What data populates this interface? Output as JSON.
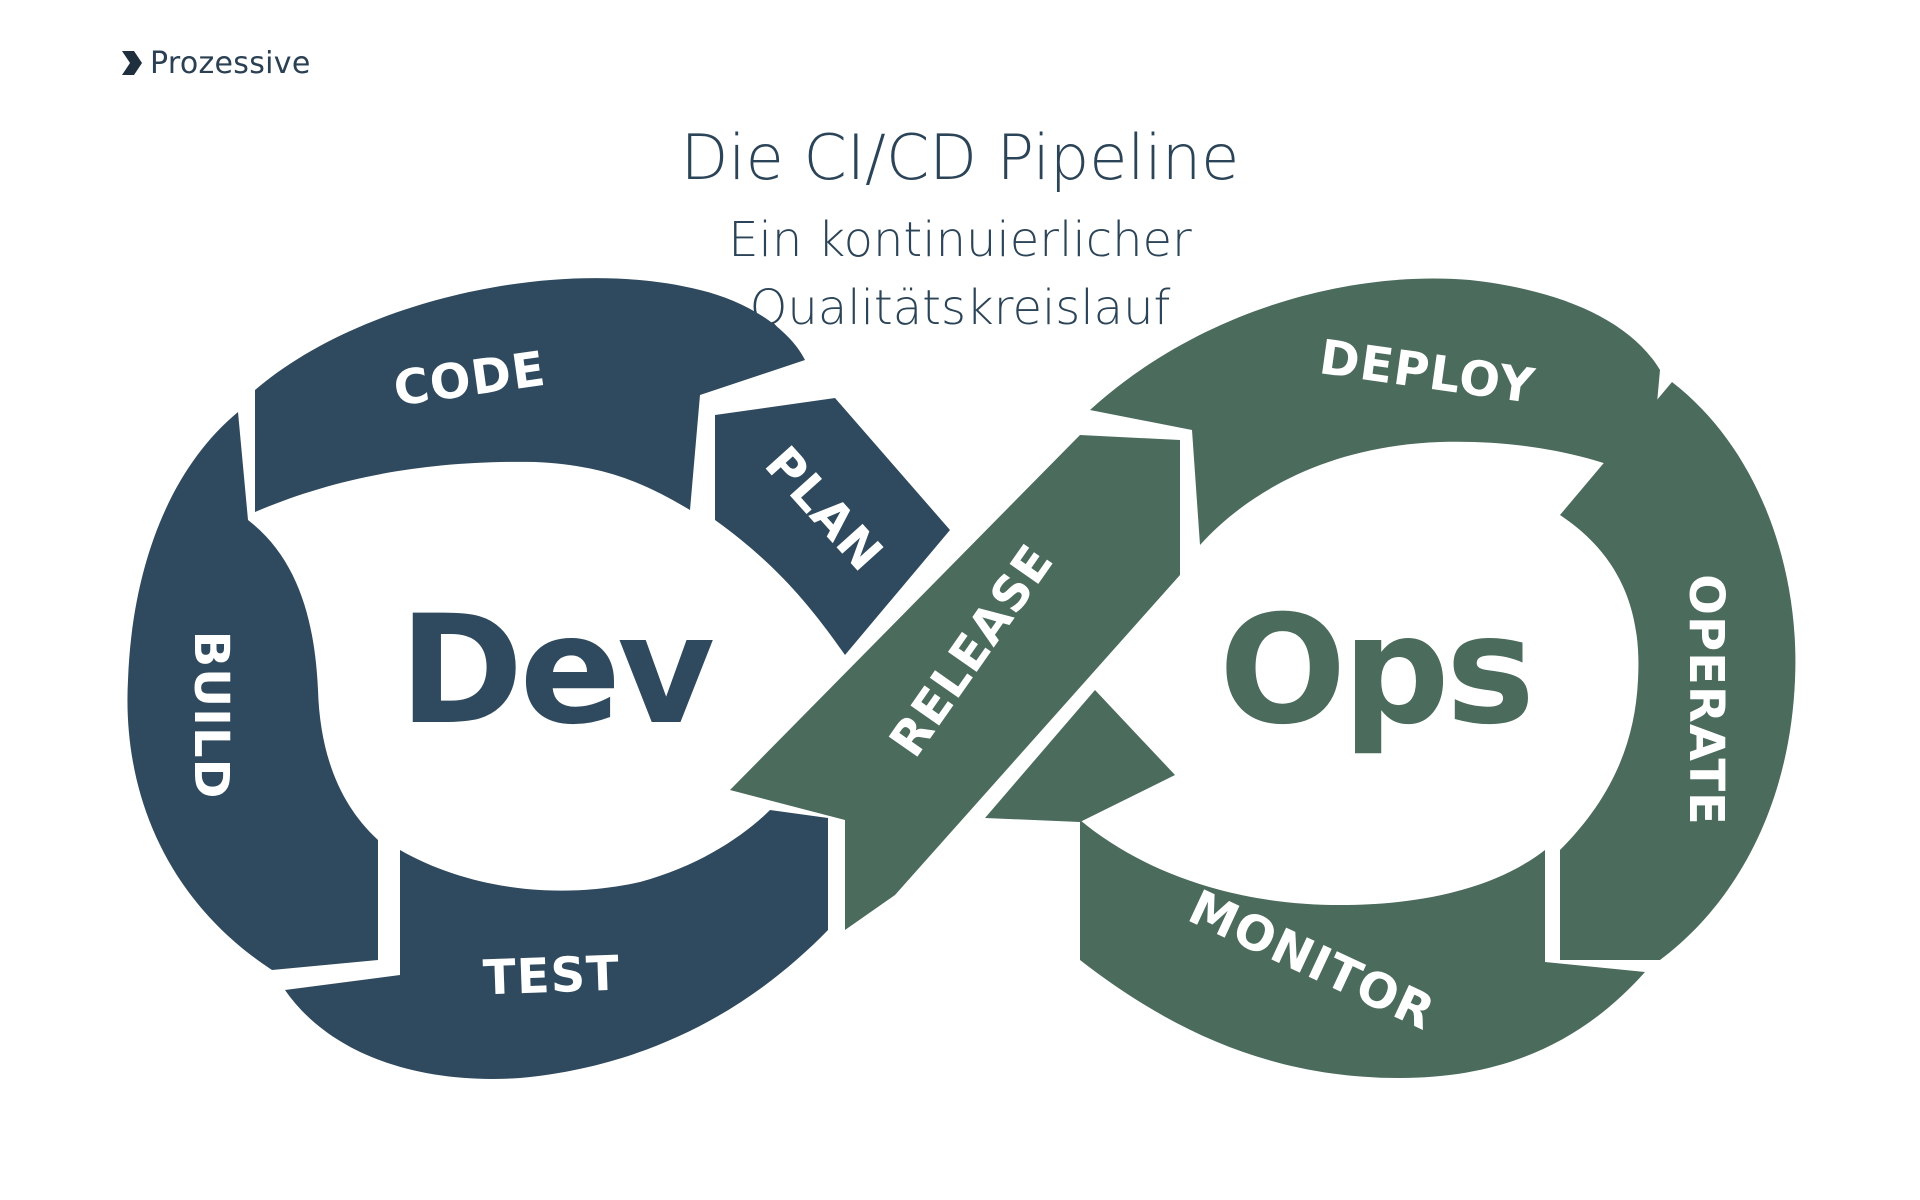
{
  "brand": {
    "name": "Prozessive",
    "icon": "chevron-right-icon",
    "color": "#2b4053"
  },
  "header": {
    "title": "Die CI/CD Pipeline",
    "subtitle_line1": "Ein kontinuierlicher",
    "subtitle_line2": "Qualitätskreislauf"
  },
  "diagram": {
    "dev": {
      "center": "Dev",
      "color": "#2f4a5e",
      "stages": [
        "PLAN",
        "CODE",
        "BUILD",
        "TEST"
      ]
    },
    "ops": {
      "center": "Ops",
      "color": "#4b6b5c",
      "stages": [
        "RELEASE",
        "DEPLOY",
        "OPERATE",
        "MONITOR"
      ]
    }
  }
}
